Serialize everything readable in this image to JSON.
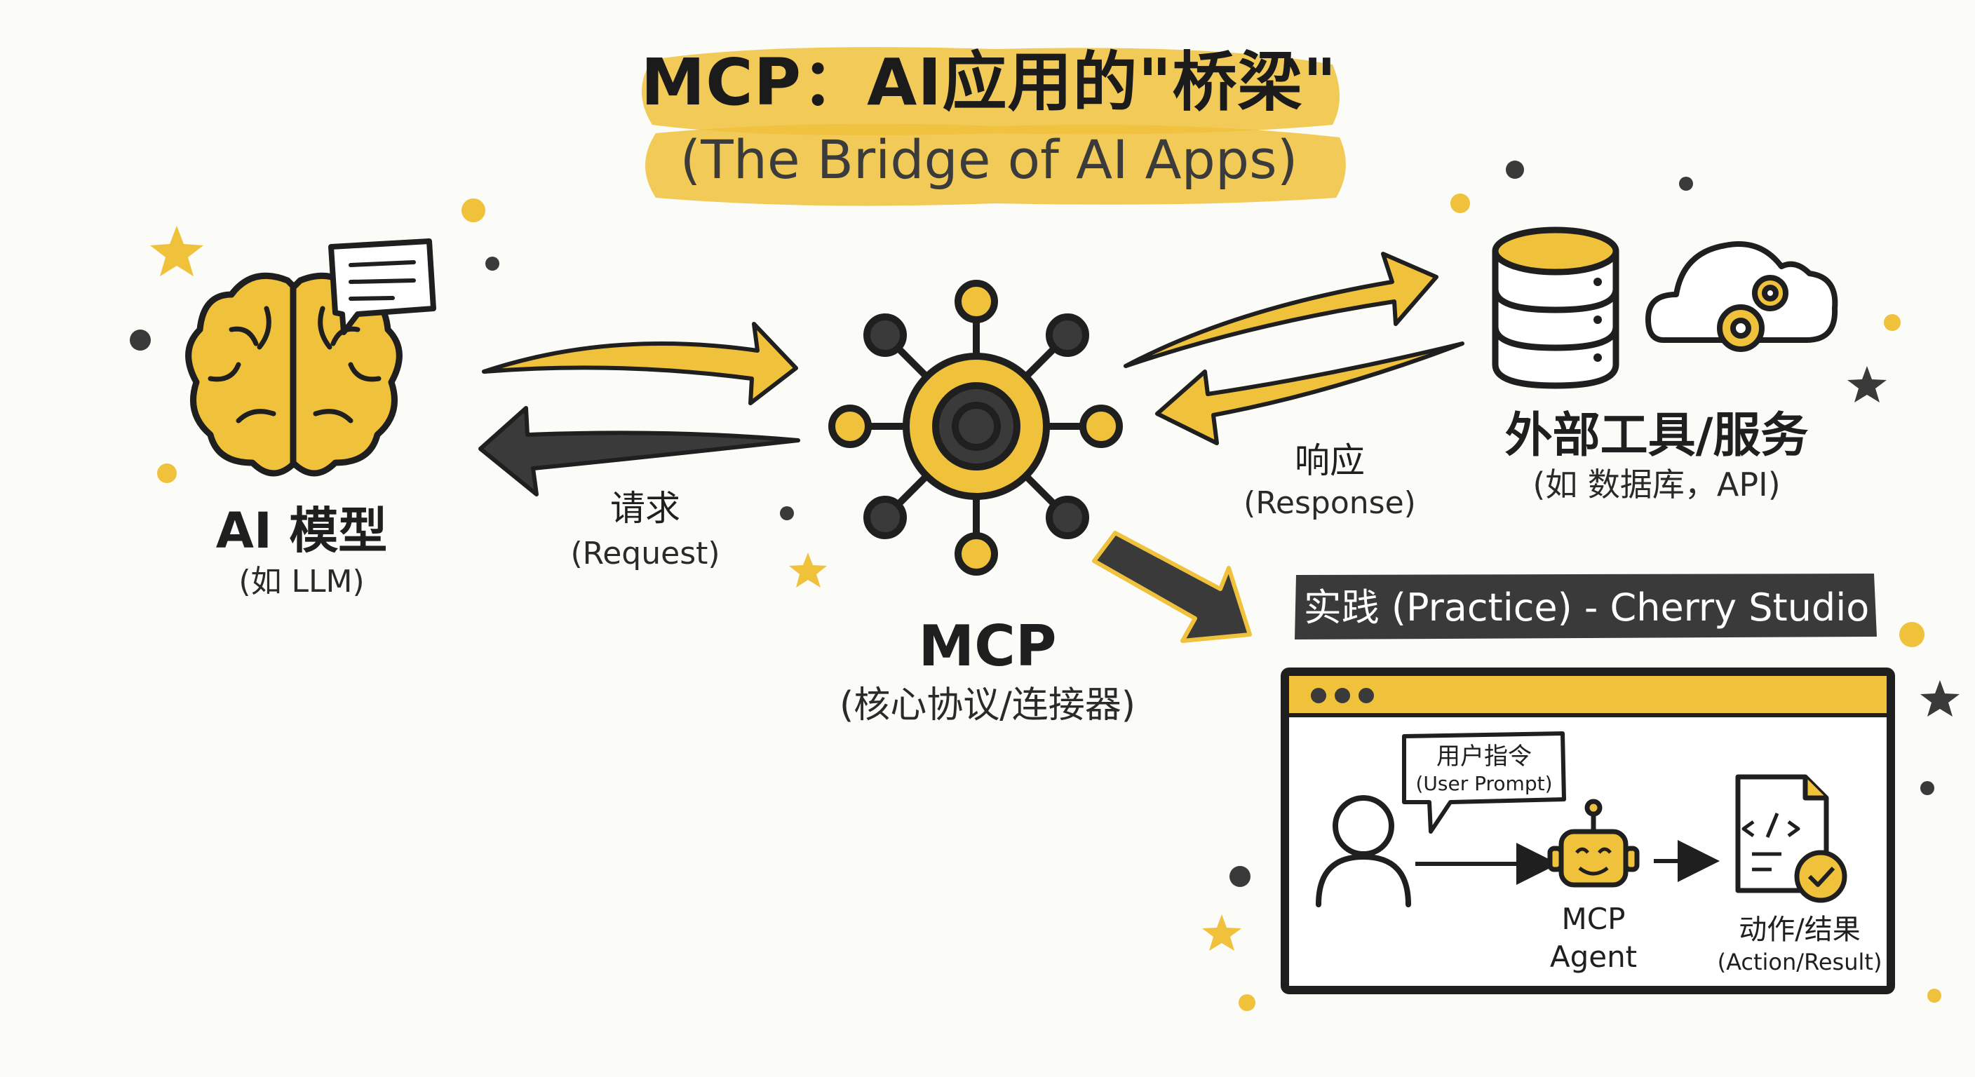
{
  "title": {
    "main": "MCP：AI应用的\"桥梁\"",
    "sub": "(The Bridge of AI Apps)"
  },
  "nodes": {
    "ai_model": {
      "label": "AI 模型",
      "sublabel": "(如 LLM)"
    },
    "mcp": {
      "label": "MCP",
      "sublabel": "(核心协议/连接器)"
    },
    "external": {
      "label": "外部工具/服务",
      "sublabel": "(如 数据库，API)"
    }
  },
  "edges": {
    "request": {
      "label": "请求",
      "sublabel": "(Request)"
    },
    "response": {
      "label": "响应",
      "sublabel": "(Response)"
    }
  },
  "practice": {
    "banner": "实践 (Practice) - Cherry Studio",
    "bubble": {
      "label": "用户指令",
      "sublabel": "(User Prompt)"
    },
    "agent": {
      "label": "MCP",
      "sublabel": "Agent"
    },
    "result": {
      "label": "动作/结果",
      "sublabel": "(Action/Result)"
    }
  },
  "colors": {
    "accent": "#f0c13b",
    "dark": "#3a3a3a",
    "ink": "#1f1f1f",
    "background": "#fbfbf7"
  },
  "icons": [
    "brain-icon",
    "chat-bubble-icon",
    "hub-network-icon",
    "database-icon",
    "cloud-gears-icon",
    "user-icon",
    "robot-icon",
    "document-check-icon",
    "star-icon"
  ]
}
